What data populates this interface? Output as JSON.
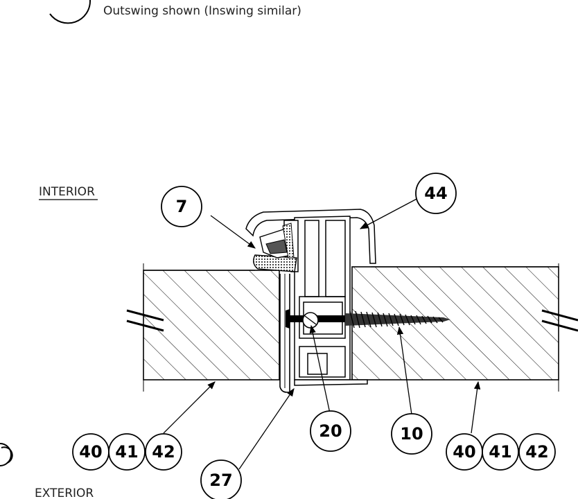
{
  "header": {
    "subtitle": "Outswing shown (Inswing similar)"
  },
  "labels": {
    "interior": "INTERIOR",
    "exterior": "EXTERIOR"
  },
  "callouts": {
    "c7": "7",
    "c44": "44",
    "c20": "20",
    "c10": "10",
    "c27": "27",
    "left_40": "40",
    "left_41": "41",
    "left_42": "42",
    "right_40": "40",
    "right_41": "41",
    "right_42": "42"
  },
  "colors": {
    "ink": "#000000",
    "gasket": "#555555",
    "paper": "#ffffff"
  }
}
